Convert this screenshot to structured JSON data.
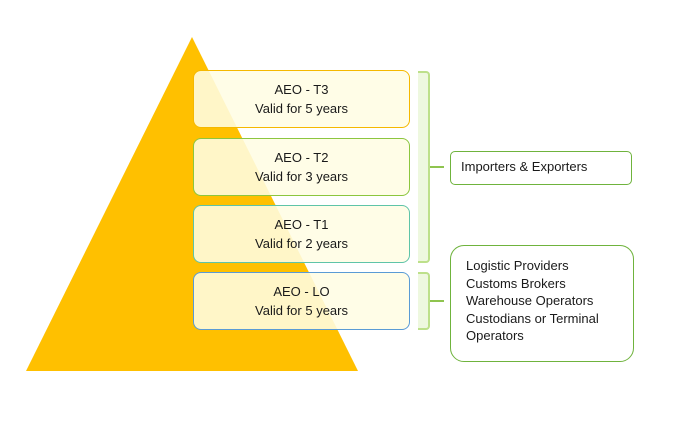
{
  "tiers": [
    {
      "title": "AEO - T3",
      "validity": "Valid for  5 years",
      "border": "#f5b800"
    },
    {
      "title": "AEO - T2",
      "validity": "Valid for  3 years",
      "border": "#8cc63f"
    },
    {
      "title": "AEO - T1",
      "validity": "Valid for  2 years",
      "border": "#5fc4a8"
    },
    {
      "title": "AEO - LO",
      "validity": "Valid for  5 years",
      "border": "#5a9bd5"
    }
  ],
  "groups": {
    "importers": {
      "label": "Importers & Exporters"
    },
    "logistics": {
      "lines": [
        "Logistic Providers",
        "Customs Brokers",
        "Warehouse  Operators",
        "Custodians or Terminal",
        "Operators"
      ]
    }
  },
  "colors": {
    "pyramid_fill": "#ffc000",
    "bracket_stroke": "#bde08a",
    "group_border": "#6fb33d"
  }
}
